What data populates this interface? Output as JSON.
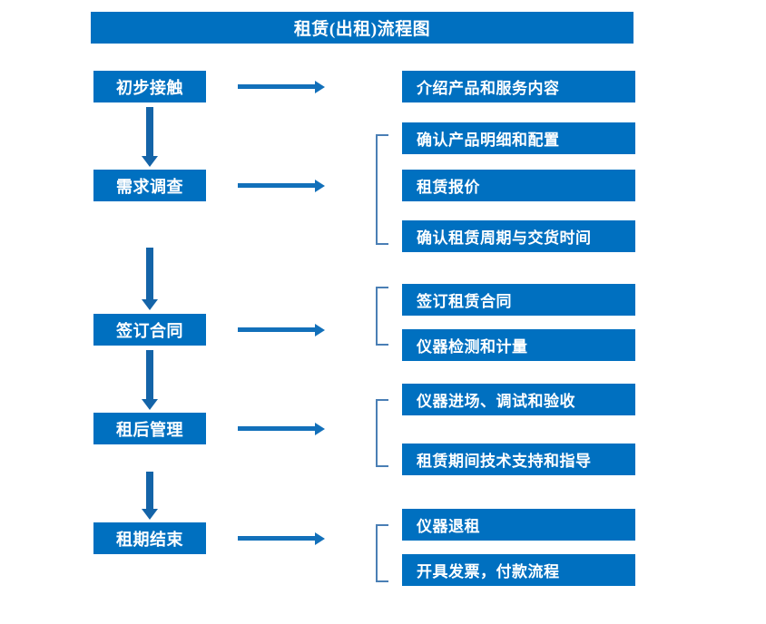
{
  "title": {
    "text": "租赁(出租)流程图"
  },
  "colors": {
    "box_blue": "#0070c0",
    "arrow_blue": "#1270ba",
    "bracket_blue": "#4a7fb5",
    "text_white": "#ffffff",
    "background": "#ffffff"
  },
  "stages": [
    {
      "label": "初步接触"
    },
    {
      "label": "需求调查"
    },
    {
      "label": "签订合同"
    },
    {
      "label": "租后管理"
    },
    {
      "label": "租期结束"
    }
  ],
  "details": {
    "group1": [
      {
        "label": "介绍产品和服务内容"
      }
    ],
    "group2": [
      {
        "label": "确认产品明细和配置"
      },
      {
        "label": "租赁报价"
      },
      {
        "label": "确认租赁周期与交货时间"
      }
    ],
    "group3": [
      {
        "label": "签订租赁合同"
      },
      {
        "label": "仪器检测和计量"
      }
    ],
    "group4": [
      {
        "label": "仪器进场、调试和验收"
      },
      {
        "label": "租赁期间技术支持和指导"
      }
    ],
    "group5": [
      {
        "label": "仪器退租"
      },
      {
        "label": "开具发票，付款流程"
      }
    ]
  }
}
